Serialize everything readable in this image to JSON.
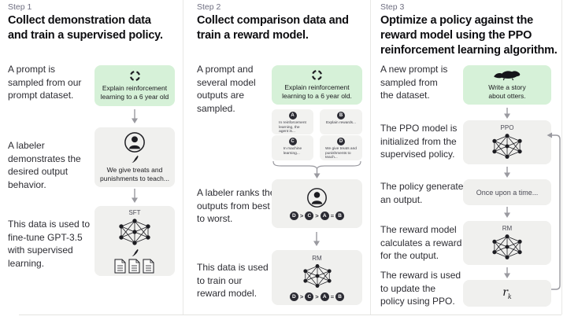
{
  "colors": {
    "prompt_box_green": "#d6f1d8",
    "model_box_grey": "#f0f0ee",
    "step_label_grey": "#6e6e80",
    "heading_black": "#0d0d10",
    "arrow_grey": "#9a9aa0"
  },
  "step1": {
    "label": "Step 1",
    "heading": "Collect demonstration data\nand train a supervised policy.",
    "captions": {
      "prompt": "A prompt is\nsampled from our\nprompt dataset.",
      "labeler": "A labeler\ndemonstrates the\ndesired output\nbehavior.",
      "finetune": "This data is used to\nfine-tune GPT-3.5\nwith supervised\nlearning."
    },
    "prompt_box_text": "Explain reinforcement\nlearning to a 6 year old",
    "labeler_box_text": "We give treats and\npunishments to teach...",
    "sft_box_label": "SFT"
  },
  "step2": {
    "label": "Step 2",
    "heading": "Collect comparison data and\ntrain a reward model.",
    "captions": {
      "sampled": "A prompt and\nseveral model\noutputs are\nsampled.",
      "ranks": "A labeler ranks the\noutputs from best\nto worst.",
      "train": "This data is used\nto train our\nreward model."
    },
    "prompt_box_text": "Explain reinforcement\nlearning to a 6 year old.",
    "outputs": [
      {
        "letter": "A",
        "text": "In reinforcement\nlearning, the\nagent is..."
      },
      {
        "letter": "B",
        "text": "Explain rewards..."
      },
      {
        "letter": "C",
        "text": "In machine\nlearning..."
      },
      {
        "letter": "D",
        "text": "We give treats and\npunishments to\nteach..."
      }
    ],
    "ranking": [
      "D",
      ">",
      "C",
      ">",
      "A",
      "=",
      "B"
    ],
    "rm_box_label": "RM"
  },
  "step3": {
    "label": "Step 3",
    "heading": "Optimize a policy against the\nreward model using the PPO\nreinforcement learning algorithm.",
    "captions": {
      "new_prompt": "A new prompt is\nsampled from\nthe dataset.",
      "ppo_init": "The PPO model is\ninitialized from the\nsupervised policy.",
      "generates": "The policy generates\nan output.",
      "reward_calc": "The reward model\ncalculates a reward\nfor the output.",
      "update": "The reward is used\nto update the\npolicy using PPO."
    },
    "prompt_box_text": "Write a story\nabout otters.",
    "ppo_box_label": "PPO",
    "output_box_text": "Once upon a time...",
    "rm_box_label": "RM",
    "reward_symbol": "r",
    "reward_subscript": "k"
  }
}
